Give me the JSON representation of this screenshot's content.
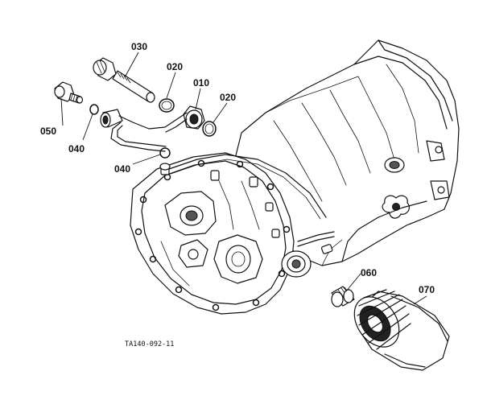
{
  "figure": {
    "drawing_code": "TA140-092-11",
    "callouts": {
      "p010": "010",
      "p020a": "020",
      "p020b": "020",
      "p030": "030",
      "p040a": "040",
      "p040b": "040",
      "p050": "050",
      "p060": "060",
      "p070": "070"
    }
  }
}
